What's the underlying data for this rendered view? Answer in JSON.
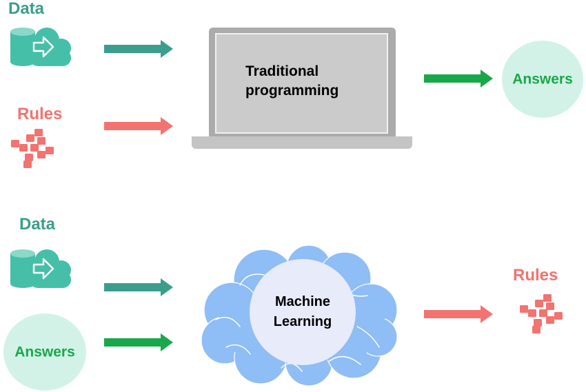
{
  "traditional": {
    "data_label": "Data",
    "rules_label": "Rules",
    "process_label": "Traditional\nprogramming",
    "output_label": "Answers"
  },
  "machine_learning": {
    "data_label": "Data",
    "answers_label": "Answers",
    "process_label": "Machine\nLearning",
    "output_label": "Rules"
  },
  "icons": {
    "data": "database-arrow-icon",
    "rules": "puzzle-blocks-icon",
    "laptop": "laptop-icon",
    "brain": "brain-cloud-icon"
  },
  "colors": {
    "data": "#3a9e8c",
    "rules": "#f27370",
    "answers": "#18a84a",
    "answers_bg": "#d2f2e8",
    "brain": "#8fbdf5",
    "laptop": "#ababab"
  }
}
